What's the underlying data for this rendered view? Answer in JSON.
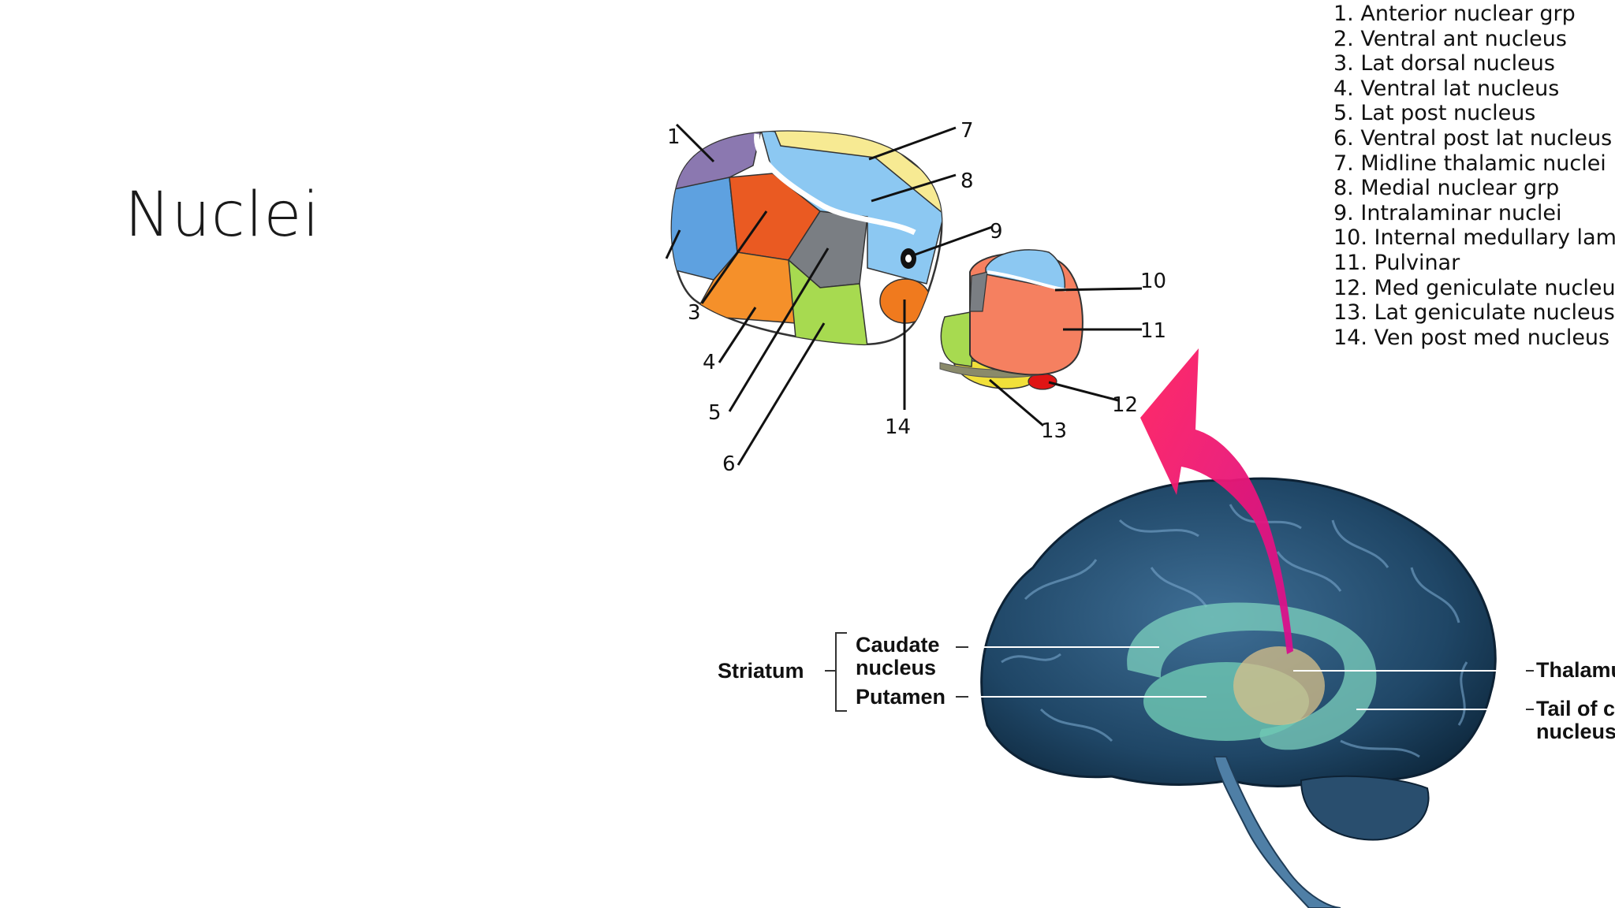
{
  "slide": {
    "title": "Nuclei"
  },
  "legend": {
    "items": [
      {
        "num": "1.",
        "label": "Anterior nuclear grp"
      },
      {
        "num": "2.",
        "label": "Ventral ant nucleus"
      },
      {
        "num": "3.",
        "label": "Lat dorsal nucleus"
      },
      {
        "num": "4.",
        "label": "Ventral lat nucleus"
      },
      {
        "num": "5.",
        "label": "Lat post nucleus"
      },
      {
        "num": "6.",
        "label": "Ventral post lat nucleus"
      },
      {
        "num": "7.",
        "label": "Midline thalamic nuclei"
      },
      {
        "num": "8.",
        "label": "Medial nuclear grp"
      },
      {
        "num": "9.",
        "label": "Intralaminar nuclei"
      },
      {
        "num": "10.",
        "label": "Internal medullary lam"
      },
      {
        "num": "11.",
        "label": "Pulvinar"
      },
      {
        "num": "12.",
        "label": "Med geniculate nucleus"
      },
      {
        "num": "13.",
        "label": "Lat geniculate nucleus"
      },
      {
        "num": "14.",
        "label": "Ven post med nucleus"
      }
    ]
  },
  "thalamus_callouts": [
    "1",
    "3",
    "4",
    "5",
    "6",
    "7",
    "8",
    "9",
    "10",
    "11",
    "12",
    "13",
    "14"
  ],
  "brain_labels": {
    "striatum": "Striatum",
    "caudate_line1": "Caudate",
    "caudate_line2": "nucleus",
    "putamen": "Putamen",
    "thalamus": "Thalamu",
    "tail_line1": "Tail of ca",
    "tail_line2": "nucleus"
  },
  "colors": {
    "arrow": "#e8137d",
    "brain": "#2c5a7e",
    "basal_ganglia": "#7fd6c0",
    "thalamus": "#d8c08a"
  }
}
